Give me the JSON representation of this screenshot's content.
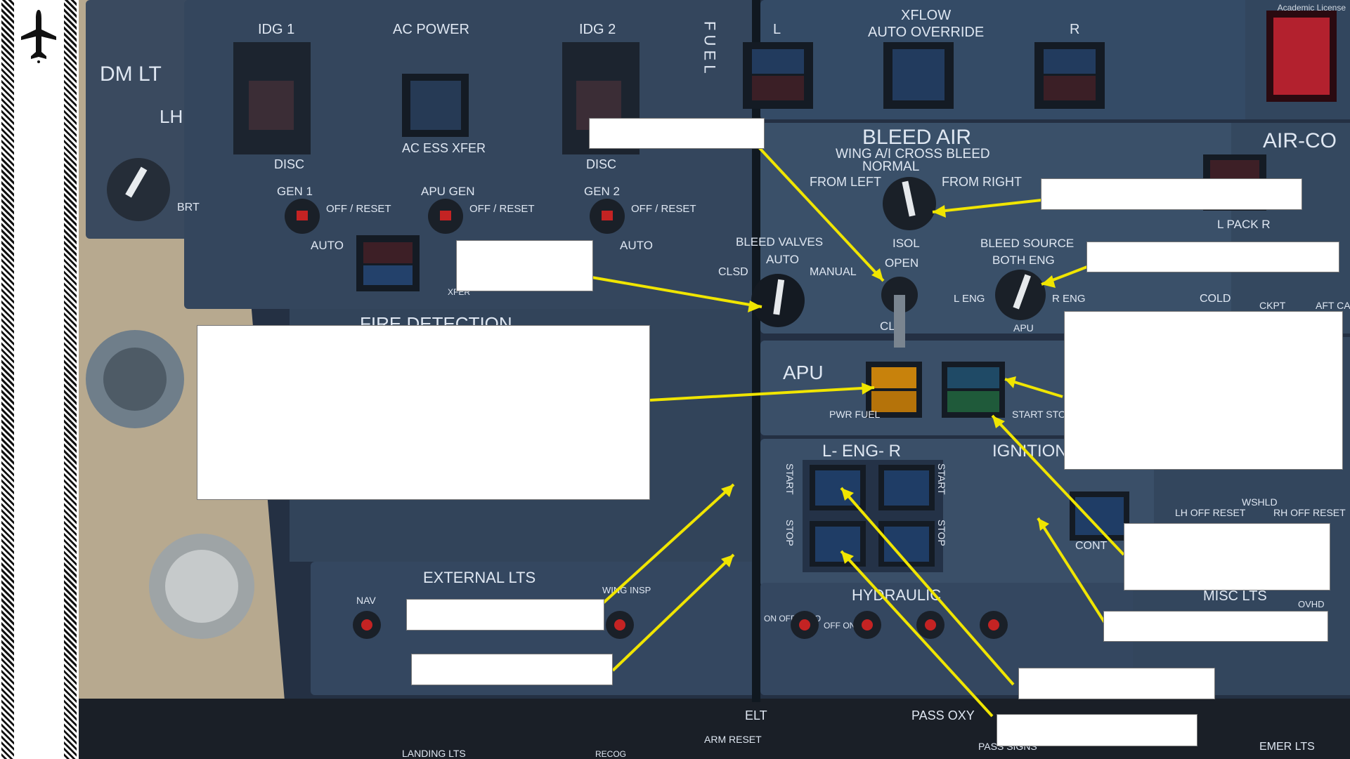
{
  "watermark": "Academic License",
  "panel_labels": {
    "fuel_letters": "F U E L",
    "xflow": "XFLOW",
    "auto_override": "AUTO OVERRIDE",
    "fuel_l": "L",
    "fuel_r": "R",
    "dm_lt": "DM LT",
    "lh": "LH",
    "brt": "BRT",
    "idg1": "IDG 1",
    "ac_power": "AC POWER",
    "idg2": "IDG 2",
    "disc_left": "DISC",
    "disc_right": "DISC",
    "ac_ess_xfer": "AC ESS XFER",
    "gen1": "GEN 1",
    "apu_gen": "APU GEN",
    "gen2": "GEN 2",
    "off_reset_1": "OFF / RESET",
    "off_reset_2": "OFF / RESET",
    "off_reset_3": "OFF / RESET",
    "auto_1": "AUTO",
    "auto_3": "AUTO",
    "xfer": "XFER",
    "fire_detection": "FIRE DETECTION",
    "bleed_air": "BLEED AIR",
    "wing_ai_cross_bleed": "WING A/I CROSS BLEED",
    "normal": "NORMAL",
    "from_left": "FROM LEFT",
    "from_right": "FROM RIGHT",
    "bleed_valves": "BLEED VALVES",
    "bv_auto": "AUTO",
    "clsd": "CLSD",
    "manual": "MANUAL",
    "isol": "ISOL",
    "open": "OPEN",
    "cl": "CL",
    "bleed_source": "BLEED SOURCE",
    "both_eng": "BOTH ENG",
    "l_eng": "L ENG",
    "r_eng": "R ENG",
    "apu_short": "APU",
    "air_co": "AIR-CO",
    "pack": "L PACK R",
    "cold": "COLD",
    "ckpt": "CKPT",
    "aft_ca": "AFT CA",
    "apu": "APU",
    "pwr_fuel": "PWR FUEL",
    "start_stop": "START STOP",
    "l_eng_r": "L- ENG- R",
    "ignition": "IGNITION",
    "start_left": "START",
    "stop_left": "STOP",
    "start_right": "START",
    "stop_right": "STOP",
    "cont": "CONT",
    "lh_off_reset": "LH OFF RESET",
    "wshld": "WSHLD",
    "rh_off_reset": "RH OFF RESET",
    "external_lts": "EXTERNAL LTS",
    "nav": "NAV",
    "wing_insp": "WING INSP",
    "hydraulic": "HYDRAULIC",
    "hyd_on_off_auto": "ON OFF AUTO",
    "hyd_off_on": "OFF ON",
    "misc_lts": "MISC LTS",
    "ovhd": "OVHD",
    "elt": "ELT",
    "arm_reset": "ARM RESET",
    "pass_oxy": "PASS OXY",
    "pass_signs": "PASS SIGNS",
    "emer_lts": "EMER LTS",
    "landing_lts": "LANDING LTS",
    "recog": "RECOG"
  },
  "callouts": [
    {
      "name": "callout-isol-valve"
    },
    {
      "name": "callout-bleed-air-selector"
    },
    {
      "name": "callout-bleed-valves-selector"
    },
    {
      "name": "callout-bleed-source-selector"
    },
    {
      "name": "callout-apu-pwr-fuel"
    },
    {
      "name": "callout-apu-start-stop"
    },
    {
      "name": "callout-start-stop-switch"
    },
    {
      "name": "callout-ignition-cont"
    },
    {
      "name": "callout-eng-start-left"
    },
    {
      "name": "callout-eng-stop-left"
    },
    {
      "name": "callout-eng-start-right"
    },
    {
      "name": "callout-eng-stop-right"
    }
  ],
  "colors": {
    "callout_line": "#f0e500",
    "panel_blue": "#3f5470",
    "apu_amber": "#c8820c",
    "apu_green": "#1f5a3a"
  }
}
